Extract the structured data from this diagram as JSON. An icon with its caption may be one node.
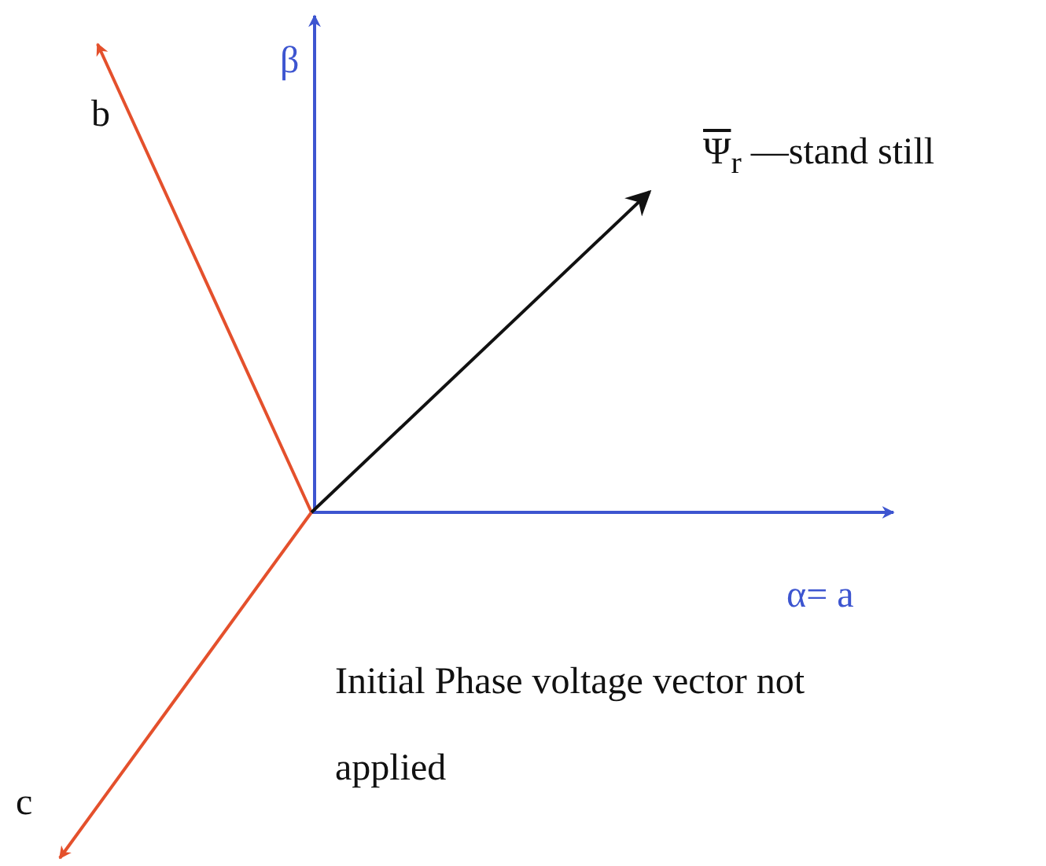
{
  "diagram": {
    "labels": [
      "β",
      "b",
      "Ψ$_{r}$ —stand still",
      "α= a",
      "Initial Phase voltage vector not applied",
      "c"
    ]
  }
}
